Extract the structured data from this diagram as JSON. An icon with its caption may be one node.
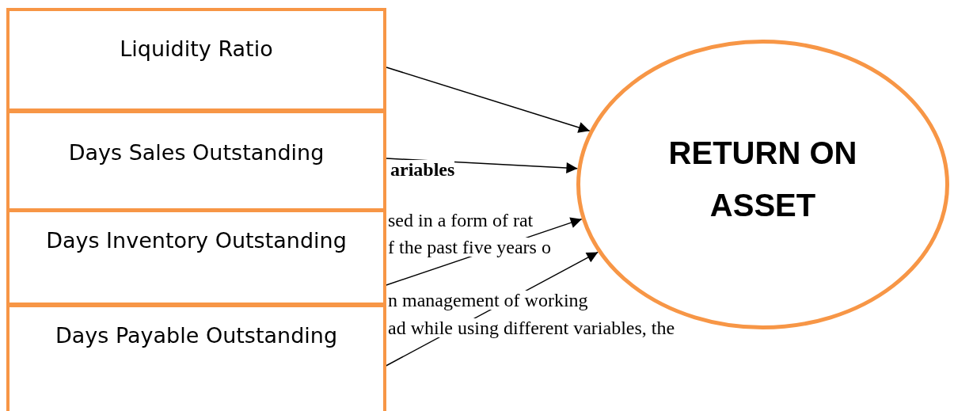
{
  "diagram": {
    "nodes": [
      {
        "text": [
          "Liquidity Ratio"
        ]
      },
      {
        "text": [
          "Days Sales Outstanding"
        ]
      },
      {
        "text": [
          "Days Inventory Outstanding"
        ]
      },
      {
        "text": [
          "Days Payable Outstanding"
        ]
      },
      {
        "text": [
          "RETURN ON ASSET"
        ]
      }
    ],
    "edges": [
      {
        "from": 0,
        "to": 4,
        "arrow": "to"
      },
      {
        "from": 1,
        "to": 4,
        "arrow": "to"
      },
      {
        "from": 2,
        "to": 4,
        "arrow": "to"
      },
      {
        "from": 3,
        "to": 4,
        "arrow": "to"
      }
    ],
    "labels": [
      "ariables",
      "sed in a form of rat",
      "f the past five years o",
      "n management of working",
      "ad while using different variables, the"
    ]
  }
}
